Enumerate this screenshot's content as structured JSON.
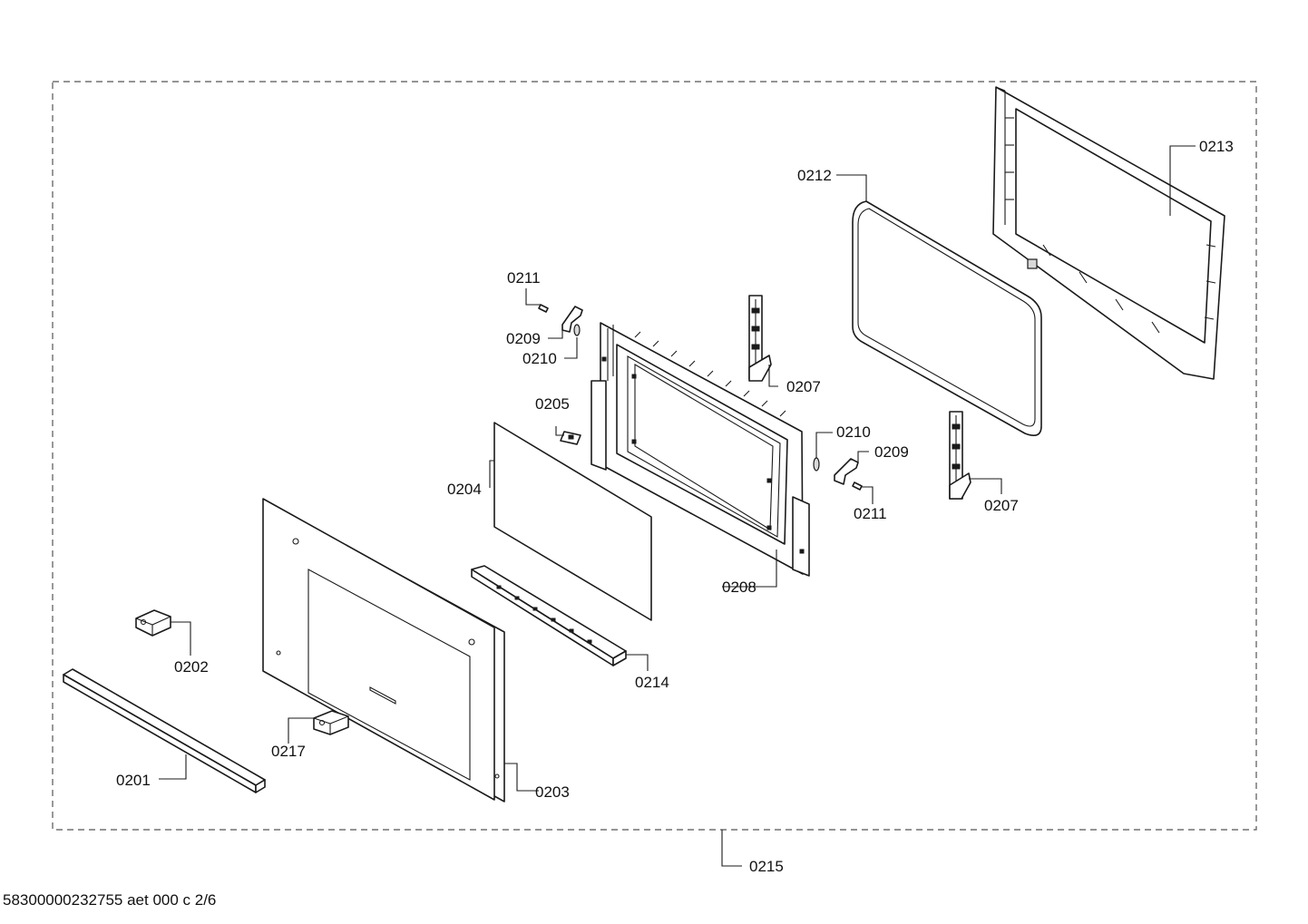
{
  "diagram": {
    "footer_text": "58300000232755 aet 000 c 2/6",
    "labels": {
      "p0201": "0201",
      "p0202": "0202",
      "p0203": "0203",
      "p0204": "0204",
      "p0205": "0205",
      "p0207_top": "0207",
      "p0207_bottom": "0207",
      "p0208": "0208",
      "p0209_left": "0209",
      "p0209_right": "0209",
      "p0210_left": "0210",
      "p0210_right": "0210",
      "p0211_left": "0211",
      "p0211_right": "0211",
      "p0212": "0212",
      "p0213": "0213",
      "p0214": "0214",
      "p0215": "0215",
      "p0217": "0217"
    }
  }
}
